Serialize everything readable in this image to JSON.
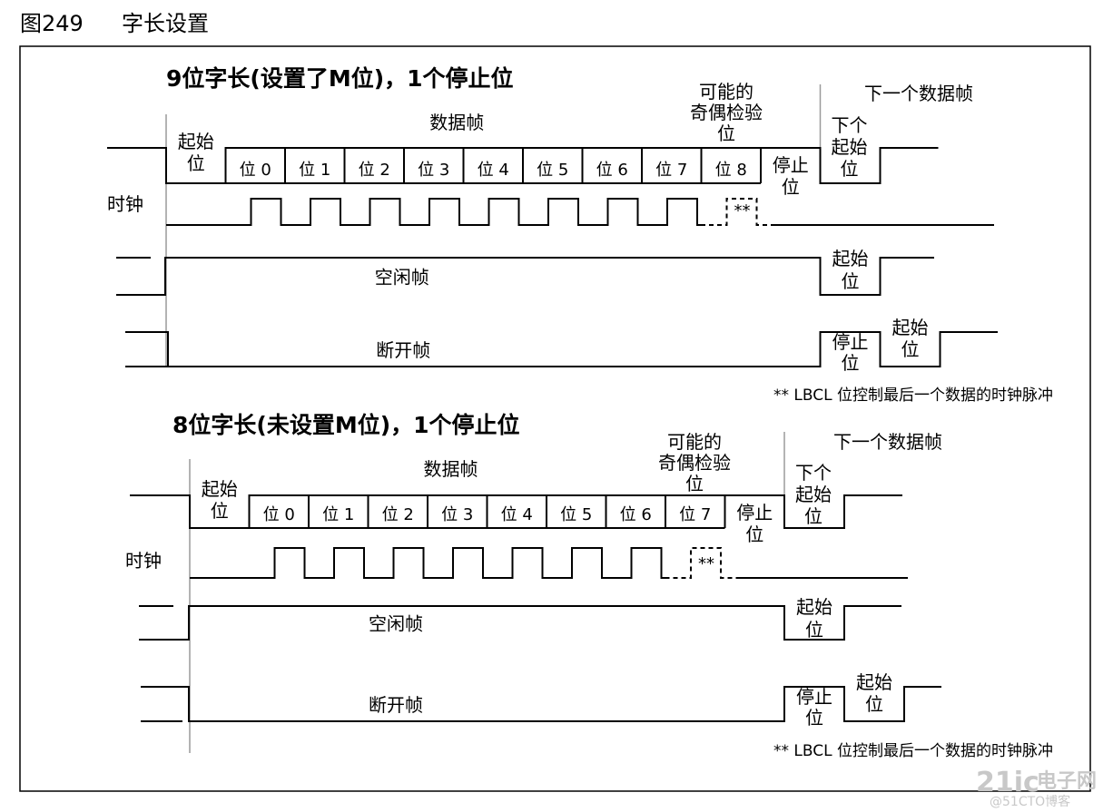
{
  "figure": {
    "number": "图249",
    "title": "字长设置"
  },
  "sections": [
    {
      "title": "9位字长(设置了M位)，1个停止位",
      "data_frame": "数据帧",
      "start_bit": [
        "起始",
        "位"
      ],
      "bits": [
        "位 0",
        "位 1",
        "位 2",
        "位 3",
        "位 4",
        "位 5",
        "位 6",
        "位 7",
        "位 8"
      ],
      "parity": [
        "可能的",
        "奇偶检验",
        "位"
      ],
      "stop_bit": [
        "停止",
        "位"
      ],
      "next_frame": "下一个数据帧",
      "next_start": [
        "下个",
        "起始",
        "位"
      ],
      "clock": "时钟",
      "clock_extra": "**",
      "idle_frame": "空闲帧",
      "idle_start": [
        "起始",
        "位"
      ],
      "break_frame": "断开帧",
      "break_stop": [
        "停止",
        "位"
      ],
      "break_start": [
        "起始",
        "位"
      ],
      "note": "** LBCL 位控制最后一个数据的时钟脉冲"
    },
    {
      "title": "8位字长(未设置M位)，1个停止位",
      "data_frame": "数据帧",
      "start_bit": [
        "起始",
        "位"
      ],
      "bits": [
        "位 0",
        "位 1",
        "位 2",
        "位 3",
        "位 4",
        "位 5",
        "位 6",
        "位 7"
      ],
      "parity": [
        "可能的",
        "奇偶检验",
        "位"
      ],
      "stop_bit": [
        "停止",
        "位"
      ],
      "next_frame": "下一个数据帧",
      "next_start": [
        "下个",
        "起始",
        "位"
      ],
      "clock": "时钟",
      "clock_extra": "**",
      "idle_frame": "空闲帧",
      "idle_start": [
        "起始",
        "位"
      ],
      "break_frame": "断开帧",
      "break_stop": [
        "停止",
        "位"
      ],
      "break_start": [
        "起始",
        "位"
      ],
      "note": "** LBCL 位控制最后一个数据的时钟脉冲"
    }
  ],
  "watermark": {
    "logo": "电子网",
    "subtext": "@51CTO博客"
  }
}
